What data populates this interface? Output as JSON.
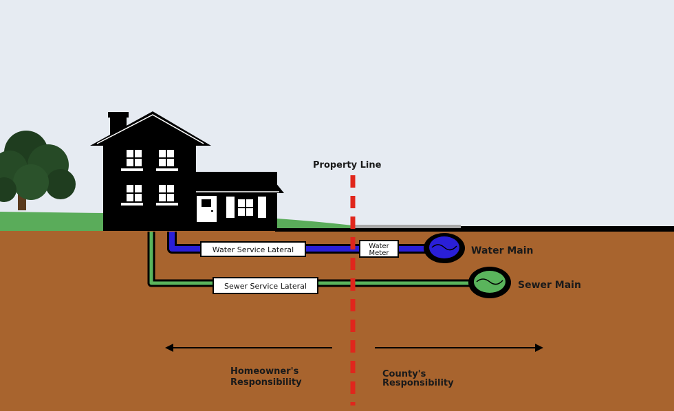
{
  "labels": {
    "property_line": "Property Line",
    "water_service_lateral": "Water Service Lateral",
    "water_meter_line1": "Water",
    "water_meter_line2": "Meter",
    "water_main": "Water Main",
    "sewer_service_lateral": "Sewer Service Lateral",
    "sewer_main": "Sewer Main",
    "homeowner_line1": "Homeowner's",
    "homeowner_line2": "Responsibility",
    "county_line1": "County's",
    "county_line2": "Responsibility"
  },
  "colors": {
    "sky": "#e6ebf2",
    "ground": "#a8642e",
    "grass": "#5aac5a",
    "water_pipe": "#2a1fd8",
    "sewer_pipe": "#5ab45c",
    "property_line": "#e0261c",
    "concrete": "#a8a8a8"
  }
}
